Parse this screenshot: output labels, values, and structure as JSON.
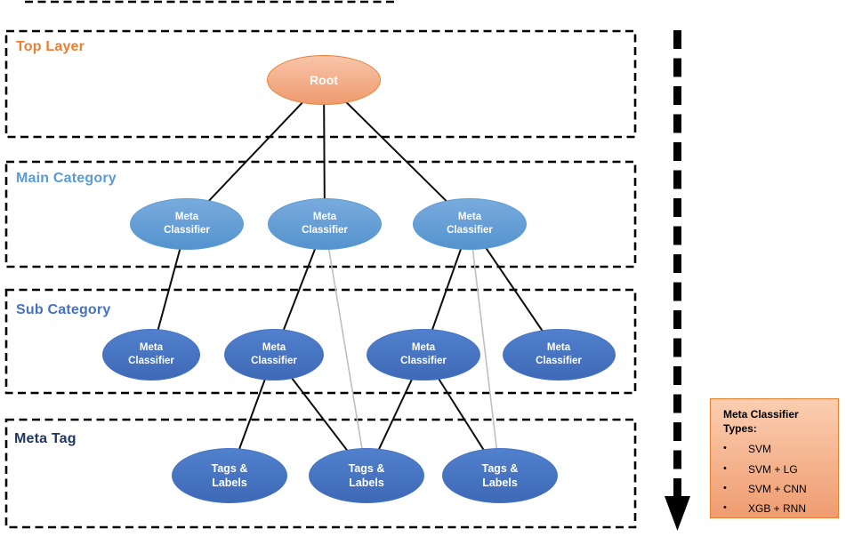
{
  "diagram": {
    "layers": [
      {
        "id": "top-layer",
        "label": "Top Layer",
        "color": "#ED7D31"
      },
      {
        "id": "main-category",
        "label": "Main Category",
        "color": "#5B9BD5"
      },
      {
        "id": "sub-category",
        "label": "Sub Category",
        "color": "#4472C4"
      },
      {
        "id": "meta-tag",
        "label": "Meta Tag",
        "color": "#1F3864"
      }
    ],
    "nodes": [
      {
        "id": "root",
        "type": "root",
        "layer": "top-layer",
        "label": "Root"
      },
      {
        "id": "main-1",
        "type": "main",
        "layer": "main-category",
        "label": "Meta Classifier"
      },
      {
        "id": "main-2",
        "type": "main",
        "layer": "main-category",
        "label": "Meta Classifier"
      },
      {
        "id": "main-3",
        "type": "main",
        "layer": "main-category",
        "label": "Meta Classifier"
      },
      {
        "id": "sub-1",
        "type": "sub",
        "layer": "sub-category",
        "label": "Meta Classifier"
      },
      {
        "id": "sub-2",
        "type": "sub",
        "layer": "sub-category",
        "label": "Meta Classifier"
      },
      {
        "id": "sub-3",
        "type": "sub",
        "layer": "sub-category",
        "label": "Meta Classifier"
      },
      {
        "id": "sub-4",
        "type": "sub",
        "layer": "sub-category",
        "label": "Meta Classifier"
      },
      {
        "id": "tag-1",
        "type": "tag",
        "layer": "meta-tag",
        "label": "Tags & Labels"
      },
      {
        "id": "tag-2",
        "type": "tag",
        "layer": "meta-tag",
        "label": "Tags & Labels"
      },
      {
        "id": "tag-3",
        "type": "tag",
        "layer": "meta-tag",
        "label": "Tags & Labels"
      }
    ],
    "edges": [
      {
        "from": "root",
        "to": "main-1",
        "style": "black"
      },
      {
        "from": "root",
        "to": "main-2",
        "style": "black"
      },
      {
        "from": "root",
        "to": "main-3",
        "style": "black"
      },
      {
        "from": "main-1",
        "to": "sub-1",
        "style": "black"
      },
      {
        "from": "main-2",
        "to": "sub-2",
        "style": "black"
      },
      {
        "from": "main-3",
        "to": "sub-3",
        "style": "black"
      },
      {
        "from": "main-3",
        "to": "sub-4",
        "style": "black"
      },
      {
        "from": "sub-2",
        "to": "tag-1",
        "style": "black"
      },
      {
        "from": "sub-2",
        "to": "tag-2",
        "style": "black"
      },
      {
        "from": "sub-3",
        "to": "tag-2",
        "style": "black"
      },
      {
        "from": "sub-3",
        "to": "tag-3",
        "style": "black"
      },
      {
        "from": "main-2",
        "to": "tag-2",
        "style": "gray"
      },
      {
        "from": "main-3",
        "to": "tag-3",
        "style": "gray"
      }
    ],
    "legend": {
      "title": "Meta Classifier Types:",
      "bullet": "•",
      "items": [
        "SVM",
        "SVM + LG",
        "SVM + CNN",
        "XGB + RNN"
      ]
    },
    "flow_arrow_direction": "down",
    "colors": {
      "accent_orange": "#ED7D31",
      "main_blue": "#5B9BD5",
      "sub_blue": "#4472C4",
      "edge_gray": "#BFBFBF",
      "edge_black": "#0D0D0D"
    }
  }
}
